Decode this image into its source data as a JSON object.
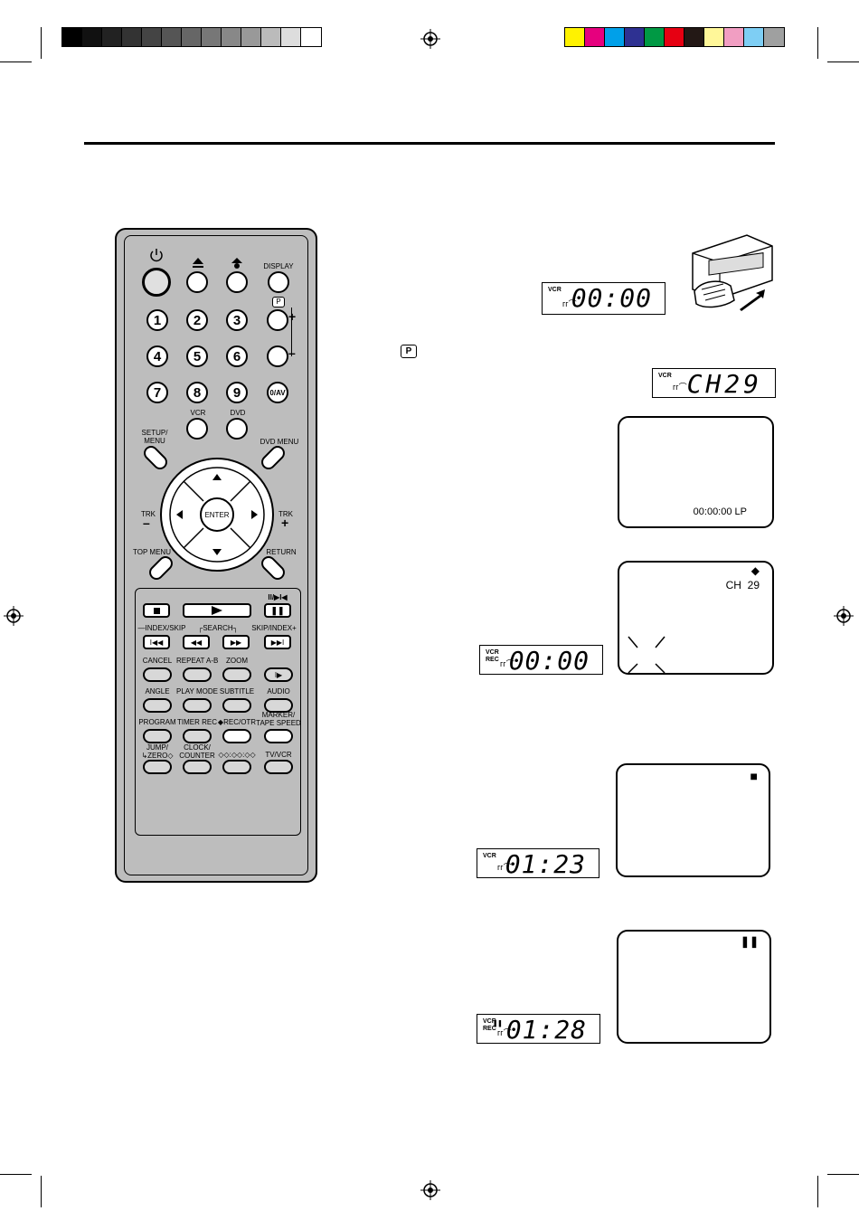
{
  "remote": {
    "top_labels": [
      "DISPLAY"
    ],
    "numbers": [
      "1",
      "2",
      "3",
      "4",
      "5",
      "6",
      "7",
      "8",
      "9"
    ],
    "av_label": "0/AV",
    "p_badge": "P",
    "vcr_label": "VCR",
    "dvd_label": "DVD",
    "setup_label": "SETUP/\nMENU",
    "dvd_menu_label": "DVD MENU",
    "enter_label": "ENTER",
    "trk_minus": "TRK",
    "trk_plus": "TRK",
    "top_menu_label": "TOP MENU",
    "return_label": "RETURN",
    "index_skip_label": "—INDEX/SKIP",
    "search_label": "┌SEARCH┐",
    "skip_index_label": "SKIP/INDEX+",
    "row_labels_1": [
      "CANCEL",
      "REPEAT A-B",
      "ZOOM"
    ],
    "row_labels_2": [
      "ANGLE",
      "PLAY MODE",
      "SUBTITLE",
      "AUDIO"
    ],
    "row_labels_3": [
      "PROGRAM",
      "TIMER REC",
      "◆REC/OTR",
      "MARKER/\nTAPE SPEED"
    ],
    "row_labels_4": [
      "JUMP/\n↳ZERO◇",
      "CLOCK/\nCOUNTER",
      "◇◇:◇◇:◇◇",
      "TV/VCR"
    ]
  },
  "step_p_badge": "P",
  "displays": [
    {
      "label": "VCR",
      "value": "00:00"
    },
    {
      "label": "VCR",
      "value": "CH29"
    },
    {
      "label": "VCR\nREC",
      "value": "00:00"
    },
    {
      "label": "VCR",
      "value": "01:23"
    },
    {
      "label": "VCR\nREC",
      "value": "\"01:28"
    }
  ],
  "tv_screens": {
    "counter": "00:00:00 LP",
    "channel": "CH  29",
    "rec_symbol": "◆",
    "stop_symbol": "■",
    "pause_symbol": "❚❚"
  }
}
